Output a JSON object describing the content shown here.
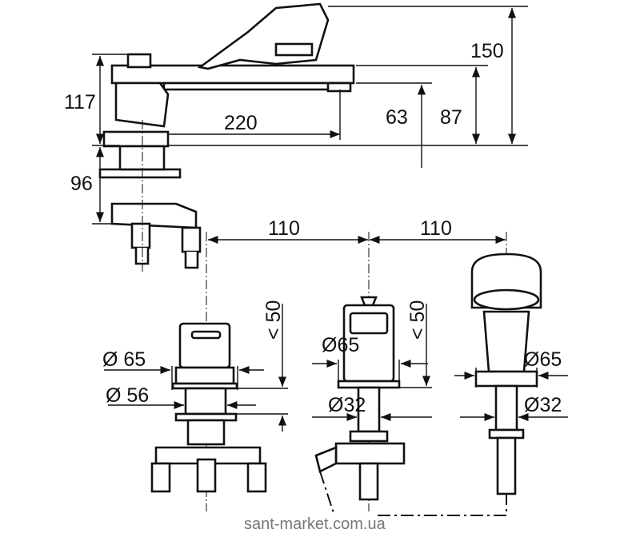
{
  "dimensions": {
    "total_height": "150",
    "spout_height": "117",
    "handshower_height": "87",
    "spout_outlet_height": "63",
    "spout_reach": "220",
    "below_deck": "96",
    "spacing_left": "110",
    "spacing_right": "110",
    "left_diameter_top": "Ø 65",
    "left_diameter_shank": "Ø 56",
    "left_deck_thickness": "< 50",
    "middle_diameter_top": "Ø65",
    "middle_deck_thickness": "< 50",
    "middle_diameter_shank": "Ø32",
    "right_diameter_top": "Ø65",
    "right_diameter_shank": "Ø32"
  },
  "watermark": "sant-market.com.ua"
}
